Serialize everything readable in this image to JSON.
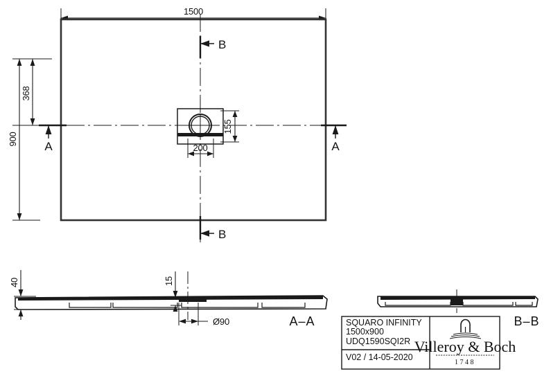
{
  "drawing": {
    "type": "technical-drawing",
    "product": "shower tray",
    "units": "mm"
  },
  "plan_view": {
    "name": "plan-view",
    "width_dim": "1500",
    "height_dim": "900",
    "drain_offset_top_dim": "368",
    "drain_box_width_dim": "200",
    "drain_box_height_dim": "155",
    "section_marker_top": "B",
    "section_marker_bottom": "B",
    "section_marker_left": "A",
    "section_marker_right": "A"
  },
  "section_aa": {
    "name": "section-a-a",
    "label": "A–A",
    "thickness_dim": "40",
    "drain_depth_dim": "15",
    "drain_diameter_dim": "Ø90"
  },
  "section_bb": {
    "name": "section-b-b",
    "label": "B–B"
  },
  "title_block": {
    "product_name": "SQUARO INFINITY",
    "size": "1500x900",
    "article_code": "UDQ1590SQI2R",
    "revision": "V02 / 14-05-2020",
    "brand": "Villeroy & Boch",
    "founded": "1748"
  },
  "colors": {
    "line": "#1a1a1a",
    "outline": "#333333",
    "background": "#ffffff"
  }
}
